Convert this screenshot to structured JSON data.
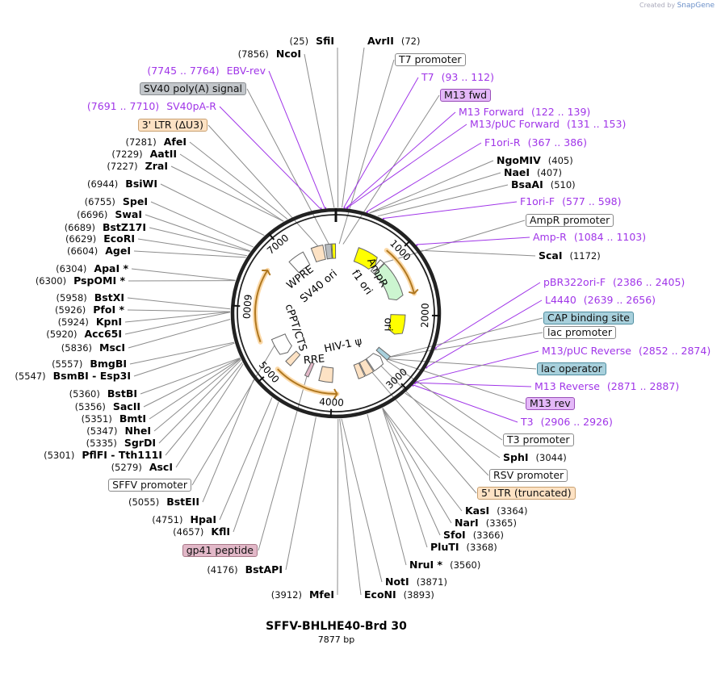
{
  "plasmid": {
    "name": "SFFV-BHLHE40-Brd 30",
    "length_label": "7877 bp",
    "length_bp": 7877
  },
  "credit": {
    "prefix": "Created by",
    "brand": "SnapGene"
  },
  "colors": {
    "primer": "#a035e8",
    "ring": "#222222",
    "orf": "#e8a33a"
  },
  "ticks": [
    "1000",
    "2000",
    "3000",
    "4000",
    "5000",
    "6000",
    "7000"
  ],
  "labels_left": [
    {
      "kind": "enzyme",
      "loc": "(25)",
      "name": "SfiI"
    },
    {
      "kind": "enzyme",
      "loc": "(7856)",
      "name": "NcoI"
    },
    {
      "kind": "primer",
      "loc": "(7745 .. 7764)",
      "name": "EBV-rev"
    },
    {
      "kind": "feature",
      "name": "SV40 poly(A) signal",
      "fill": "#c2c6ca",
      "border": "#8a8e92"
    },
    {
      "kind": "primer",
      "loc": "(7691 .. 7710)",
      "name": "SV40pA-R"
    },
    {
      "kind": "feature",
      "name": "3' LTR (ΔU3)",
      "fill": "#fde2c4",
      "border": "#c9a070"
    },
    {
      "kind": "enzyme",
      "loc": "(7281)",
      "name": "AfeI"
    },
    {
      "kind": "enzyme",
      "loc": "(7229)",
      "name": "AatII"
    },
    {
      "kind": "enzyme",
      "loc": "(7227)",
      "name": "ZraI"
    },
    {
      "kind": "enzyme",
      "loc": "(6944)",
      "name": "BsiWI"
    },
    {
      "kind": "enzyme",
      "loc": "(6755)",
      "name": "SpeI"
    },
    {
      "kind": "enzyme",
      "loc": "(6696)",
      "name": "SwaI"
    },
    {
      "kind": "enzyme",
      "loc": "(6689)",
      "name": "BstZ17I"
    },
    {
      "kind": "enzyme",
      "loc": "(6629)",
      "name": "EcoRI"
    },
    {
      "kind": "enzyme",
      "loc": "(6604)",
      "name": "AgeI"
    },
    {
      "kind": "enzyme",
      "loc": "(6304)",
      "name": "ApaI *"
    },
    {
      "kind": "enzyme",
      "loc": "(6300)",
      "name": "PspOMI *"
    },
    {
      "kind": "enzyme",
      "loc": "(5958)",
      "name": "BstXI"
    },
    {
      "kind": "enzyme",
      "loc": "(5926)",
      "name": "PfoI *"
    },
    {
      "kind": "enzyme",
      "loc": "(5924)",
      "name": "KpnI"
    },
    {
      "kind": "enzyme",
      "loc": "(5920)",
      "name": "Acc65I"
    },
    {
      "kind": "enzyme",
      "loc": "(5836)",
      "name": "MscI"
    },
    {
      "kind": "enzyme",
      "loc": "(5557)",
      "name": "BmgBI"
    },
    {
      "kind": "enzyme",
      "loc": "(5547)",
      "name": "BsmBI  - Esp3I"
    },
    {
      "kind": "enzyme",
      "loc": "(5360)",
      "name": "BstBI"
    },
    {
      "kind": "enzyme",
      "loc": "(5356)",
      "name": "SacII"
    },
    {
      "kind": "enzyme",
      "loc": "(5351)",
      "name": "BmtI"
    },
    {
      "kind": "enzyme",
      "loc": "(5347)",
      "name": "NheI"
    },
    {
      "kind": "enzyme",
      "loc": "(5335)",
      "name": "SgrDI"
    },
    {
      "kind": "enzyme",
      "loc": "(5301)",
      "name": "PflFI  - Tth111I"
    },
    {
      "kind": "enzyme",
      "loc": "(5279)",
      "name": "AscI"
    },
    {
      "kind": "feature",
      "name": "SFFV promoter",
      "fill": "#ffffff",
      "border": "#8a8a8a"
    },
    {
      "kind": "enzyme",
      "loc": "(5055)",
      "name": "BstEII"
    },
    {
      "kind": "enzyme",
      "loc": "(4751)",
      "name": "HpaI"
    },
    {
      "kind": "enzyme",
      "loc": "(4657)",
      "name": "KflI"
    },
    {
      "kind": "feature",
      "name": "gp41 peptide",
      "fill": "#e2b8c8",
      "border": "#a87888"
    },
    {
      "kind": "enzyme",
      "loc": "(4176)",
      "name": "BstAPI"
    },
    {
      "kind": "enzyme",
      "loc": "(3912)",
      "name": "MfeI"
    }
  ],
  "labels_right": [
    {
      "kind": "enzyme",
      "name": "AvrII",
      "loc": "(72)"
    },
    {
      "kind": "feature",
      "name": "T7 promoter",
      "fill": "#ffffff",
      "border": "#8a8a8a"
    },
    {
      "kind": "primer",
      "name": "T7",
      "loc": "(93 .. 112)"
    },
    {
      "kind": "feature",
      "name": "M13 fwd",
      "fill": "#e4b8f8",
      "border": "#9a50b8"
    },
    {
      "kind": "primer",
      "name": "M13 Forward",
      "loc": "(122 .. 139)"
    },
    {
      "kind": "primer",
      "name": "M13/pUC Forward",
      "loc": "(131 .. 153)"
    },
    {
      "kind": "primer",
      "name": "F1ori-R",
      "loc": "(367 .. 386)"
    },
    {
      "kind": "enzyme",
      "name": "NgoMIV",
      "loc": "(405)"
    },
    {
      "kind": "enzyme",
      "name": "NaeI",
      "loc": "(407)"
    },
    {
      "kind": "enzyme",
      "name": "BsaAI",
      "loc": "(510)"
    },
    {
      "kind": "primer",
      "name": "F1ori-F",
      "loc": "(577 .. 598)"
    },
    {
      "kind": "feature",
      "name": "AmpR promoter",
      "fill": "#ffffff",
      "border": "#8a8a8a"
    },
    {
      "kind": "primer",
      "name": "Amp-R",
      "loc": "(1084 .. 1103)"
    },
    {
      "kind": "enzyme",
      "name": "ScaI",
      "loc": "(1172)"
    },
    {
      "kind": "primer",
      "name": "pBR322ori-F",
      "loc": "(2386 .. 2405)"
    },
    {
      "kind": "primer",
      "name": "L4440",
      "loc": "(2639 .. 2656)"
    },
    {
      "kind": "feature",
      "name": "CAP binding site",
      "fill": "#a8d0dc",
      "border": "#4f8ea0"
    },
    {
      "kind": "feature",
      "name": "lac promoter",
      "fill": "#ffffff",
      "border": "#8a8a8a"
    },
    {
      "kind": "primer",
      "name": "M13/pUC Reverse",
      "loc": "(2852 .. 2874)"
    },
    {
      "kind": "feature",
      "name": "lac operator",
      "fill": "#a8d0dc",
      "border": "#4f8ea0"
    },
    {
      "kind": "primer",
      "name": "M13 Reverse",
      "loc": "(2871 .. 2887)"
    },
    {
      "kind": "feature",
      "name": "M13 rev",
      "fill": "#e4b8f8",
      "border": "#9a50b8"
    },
    {
      "kind": "primer",
      "name": "T3",
      "loc": "(2906 .. 2926)"
    },
    {
      "kind": "feature",
      "name": "T3 promoter",
      "fill": "#ffffff",
      "border": "#8a8a8a"
    },
    {
      "kind": "enzyme",
      "name": "SphI",
      "loc": "(3044)"
    },
    {
      "kind": "feature",
      "name": "RSV promoter",
      "fill": "#ffffff",
      "border": "#8a8a8a"
    },
    {
      "kind": "feature",
      "name": "5' LTR (truncated)",
      "fill": "#fde2c4",
      "border": "#c9a070"
    },
    {
      "kind": "enzyme",
      "name": "KasI",
      "loc": "(3364)"
    },
    {
      "kind": "enzyme",
      "name": "NarI",
      "loc": "(3365)"
    },
    {
      "kind": "enzyme",
      "name": "SfoI",
      "loc": "(3366)"
    },
    {
      "kind": "enzyme",
      "name": "PluTI",
      "loc": "(3368)"
    },
    {
      "kind": "enzyme",
      "name": "NruI *",
      "loc": "(3560)"
    },
    {
      "kind": "enzyme",
      "name": "NotI",
      "loc": "(3871)"
    },
    {
      "kind": "enzyme",
      "name": "EcoNI",
      "loc": "(3893)"
    }
  ],
  "map_features": [
    {
      "label": "WPRE",
      "start": 6950,
      "end": 7260,
      "fill": "#ffffff",
      "dir": 0
    },
    {
      "label": "",
      "start": 7420,
      "end": 7640,
      "fill": "#fde2c4",
      "dir": 0
    },
    {
      "label": "",
      "start": 7680,
      "end": 7790,
      "fill": "#b8bcc0",
      "dir": 0
    },
    {
      "label": "SV40 ori",
      "start": 7805,
      "end": 7870,
      "fill": "#ffff00",
      "dir": 0
    },
    {
      "label": "f1 ori",
      "start": 420,
      "end": 860,
      "fill": "#ffff00",
      "dir": 1
    },
    {
      "label": "",
      "start": 870,
      "end": 960,
      "fill": "#ffffff",
      "dir": 0
    },
    {
      "label": "AmpR",
      "start": 970,
      "end": 1700,
      "fill": "#ccf5d0",
      "dir": 1
    },
    {
      "label": "ori",
      "start": 2000,
      "end": 2400,
      "fill": "#ffff00",
      "dir": 1
    },
    {
      "label": "",
      "start": 2810,
      "end": 2900,
      "fill": "#a8d0dc",
      "dir": 0
    },
    {
      "label": "",
      "start": 2940,
      "end": 3200,
      "fill": "#ffffff",
      "dir": -1
    },
    {
      "label": "",
      "start": 3220,
      "end": 3380,
      "fill": "#fde2c4",
      "dir": 0
    },
    {
      "label": "HIV-1 ψ",
      "start": 3400,
      "end": 3520,
      "fill": "#fde2c4",
      "dir": 0
    },
    {
      "label": "RRE",
      "start": 4000,
      "end": 4250,
      "fill": "#fde2c4",
      "dir": 0
    },
    {
      "label": "",
      "start": 4450,
      "end": 4520,
      "fill": "#e2b8c8",
      "dir": 0
    },
    {
      "label": "",
      "start": 4830,
      "end": 4950,
      "fill": "#fde2c4",
      "dir": 0
    },
    {
      "label": "cPPT/CTS",
      "start": 5050,
      "end": 5420,
      "fill": "#ffffff",
      "dir": -1
    }
  ],
  "orfs": [
    {
      "start": 850,
      "end": 1660,
      "dir": 1
    },
    {
      "start": 3920,
      "end": 4950,
      "dir": -1
    },
    {
      "start": 5450,
      "end": 6610,
      "dir": 1
    }
  ]
}
